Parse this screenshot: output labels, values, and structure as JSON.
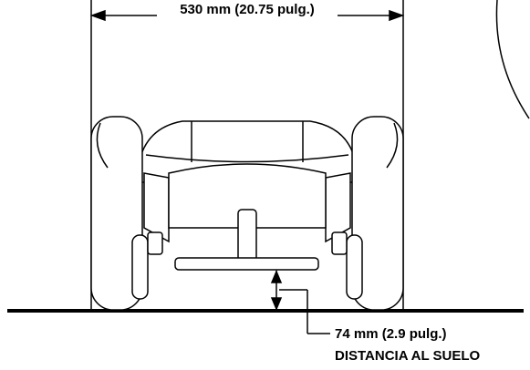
{
  "width_label": "530 mm (20.75 pulg.)",
  "clearance_label": "74 mm (2.9 pulg.)",
  "clearance_caption": "DISTANCIA AL SUELO"
}
